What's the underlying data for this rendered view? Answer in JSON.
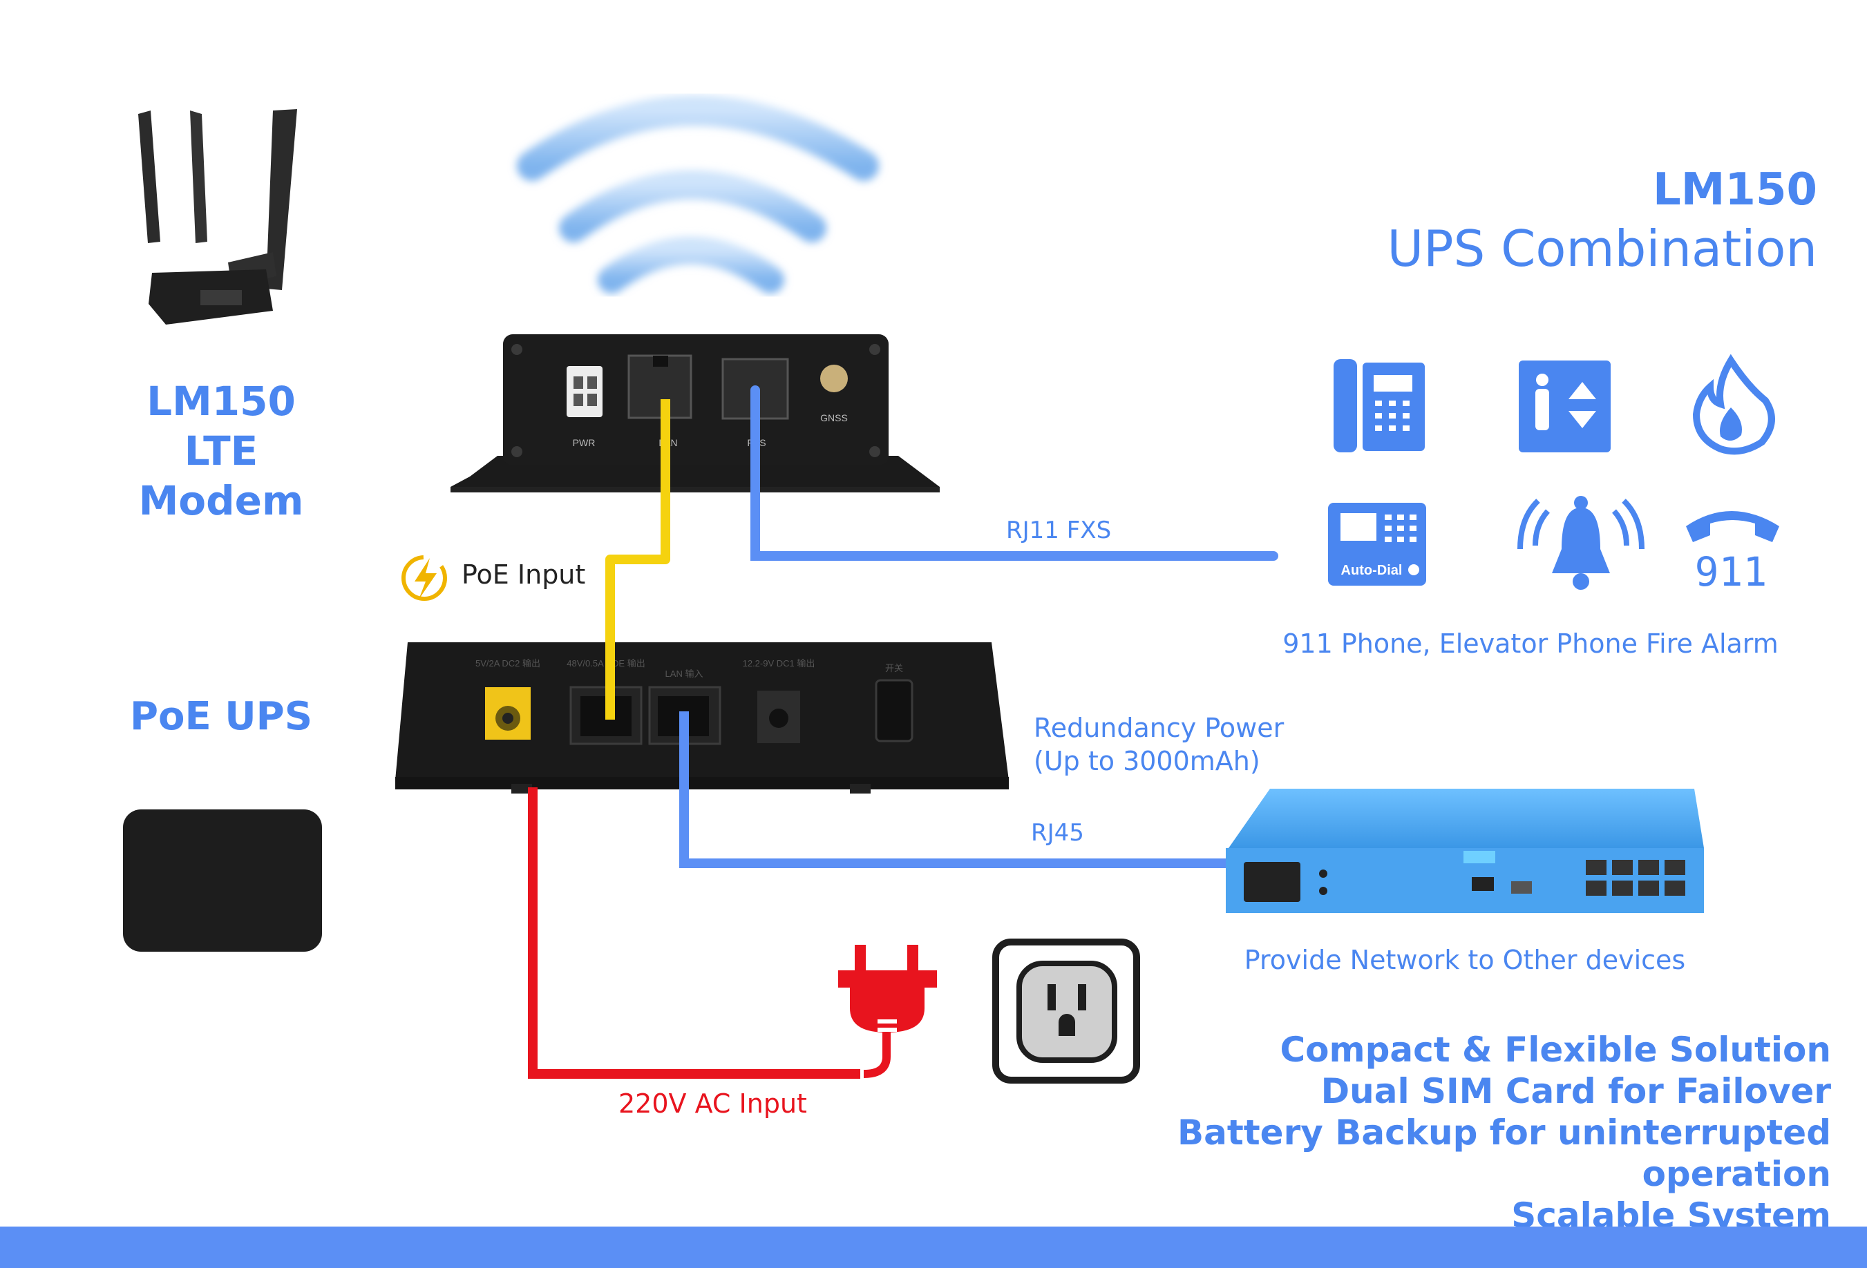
{
  "modem": {
    "name": "LM150",
    "type": "LTE Modem"
  },
  "ups": {
    "name": "PoE UPS"
  },
  "product": {
    "name": "LM150",
    "subtitle": "UPS Combination"
  },
  "modem_ports": {
    "pwr": "PWR",
    "lan": "LAN",
    "fxs": "FXS",
    "gnss": "GNSS"
  },
  "ups_ports": {
    "dc2": "5V/2A\nDC2 输出",
    "poe": "48V/0.5A\nPOE 输出",
    "lan": "LAN 输入",
    "dc1": "12.2-9V\nDC1 输出",
    "switch": "开关"
  },
  "connections": {
    "poe_input": "PoE Input",
    "rj11": "RJ11 FXS",
    "rj45": "RJ45",
    "ac_input": "220V AC Input"
  },
  "redundancy": {
    "line1": "Redundancy Power",
    "line2": "(Up to 3000mAh)"
  },
  "phones_caption": "911 Phone, Elevator Phone Fire Alarm",
  "switch_caption": "Provide Network to Other devices",
  "autodial_label": "Auto-Dial",
  "phone_911_label": "911",
  "features": [
    "Compact & Flexible Solution",
    "Dual SIM Card for Failover",
    "Battery Backup for uninterrupted operation",
    "Scalable System"
  ],
  "colors": {
    "accent": "#4a86f0",
    "poe_cable": "#f5d20f",
    "network_cable": "#5b8ff5",
    "ac_cable": "#e8141e",
    "device": "#1e1e1e",
    "switch_body": "#4aa3f0"
  },
  "icons": [
    "desk-phone-icon",
    "elevator-icon",
    "fire-icon",
    "auto-dial-panel-icon",
    "alarm-bell-icon",
    "emergency-911-phone-icon",
    "lightning-icon",
    "power-plug-icon",
    "wall-outlet-icon",
    "wifi-signal-icon"
  ]
}
